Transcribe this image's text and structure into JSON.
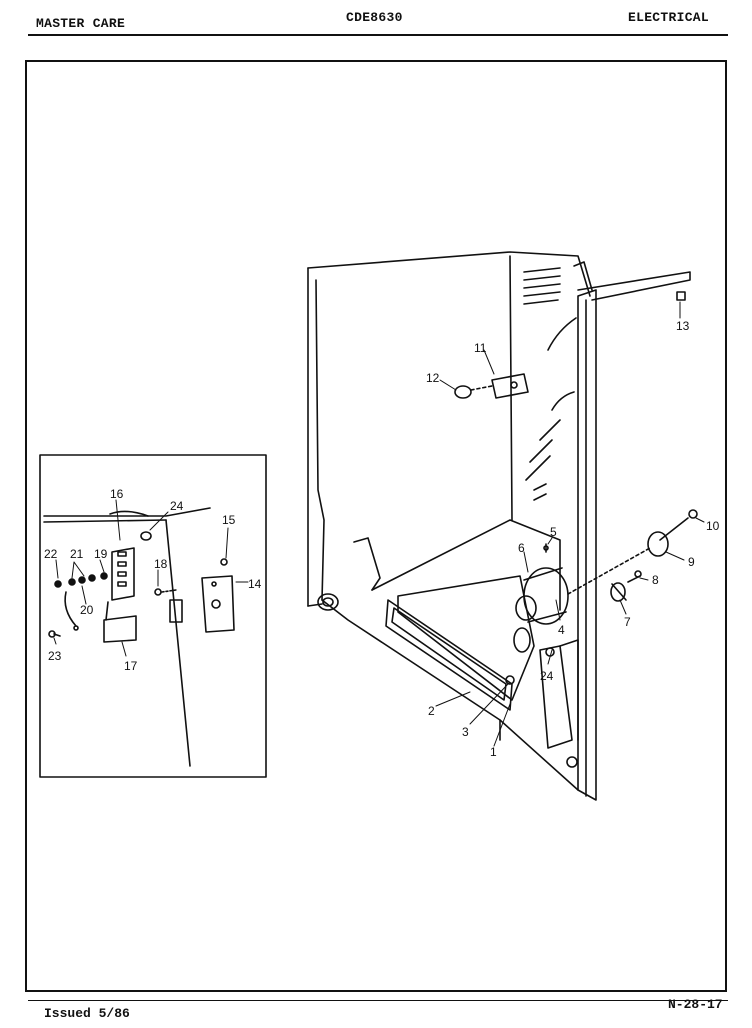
{
  "header": {
    "left": "MASTER CARE",
    "center": "CDE8630",
    "right": "ELECTRICAL"
  },
  "footer": {
    "issued": "Issued 5/86",
    "page_code": "N-28-17"
  },
  "callouts": [
    "1",
    "2",
    "3",
    "4",
    "5",
    "6",
    "7",
    "8",
    "9",
    "10",
    "11",
    "12",
    "13",
    "14",
    "15",
    "16",
    "17",
    "18",
    "19",
    "20",
    "21",
    "22",
    "23",
    "24",
    "24"
  ]
}
